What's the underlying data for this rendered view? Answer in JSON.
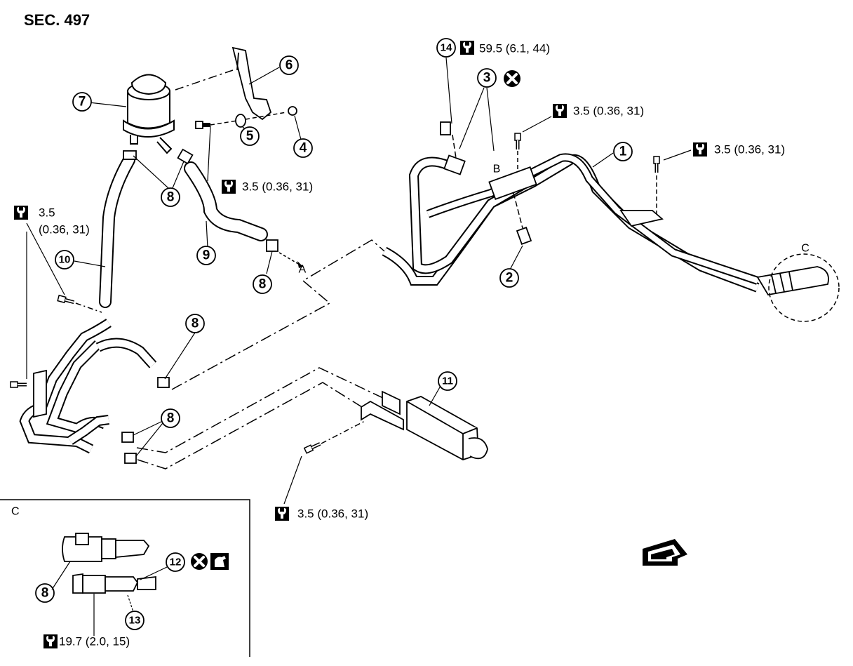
{
  "section_title": "SEC. 497",
  "callouts": {
    "c1": "1",
    "c2": "2",
    "c3": "3",
    "c4": "4",
    "c5": "5",
    "c6": "6",
    "c7": "7",
    "c8a": "8",
    "c8b": "8",
    "c8c": "8",
    "c8d": "8",
    "c8e": "8",
    "c9": "9",
    "c10": "10",
    "c11": "11",
    "c12": "12",
    "c13": "13",
    "c14": "14"
  },
  "torque_labels": {
    "t14": "59.5 (6.1, 44)",
    "t_bolt_mid": "3.5 (0.36, 31)",
    "t_bolt_right": "3.5 (0.36, 31)",
    "t5": "3.5 (0.36, 31)",
    "t_left_line1": "3.5",
    "t_left_line2": "(0.36, 31)",
    "t11": "3.5 (0.36, 31)",
    "t_detail": "19.7 (2.0, 15)"
  },
  "connection_letters": {
    "A": "A",
    "B": "B",
    "C": "C"
  },
  "detail_panel": {
    "label": "C"
  },
  "icons": [
    "torque-wrench-icon",
    "do-not-reuse-icon",
    "fluid-apply-icon",
    "front-direction-arrow-icon"
  ]
}
